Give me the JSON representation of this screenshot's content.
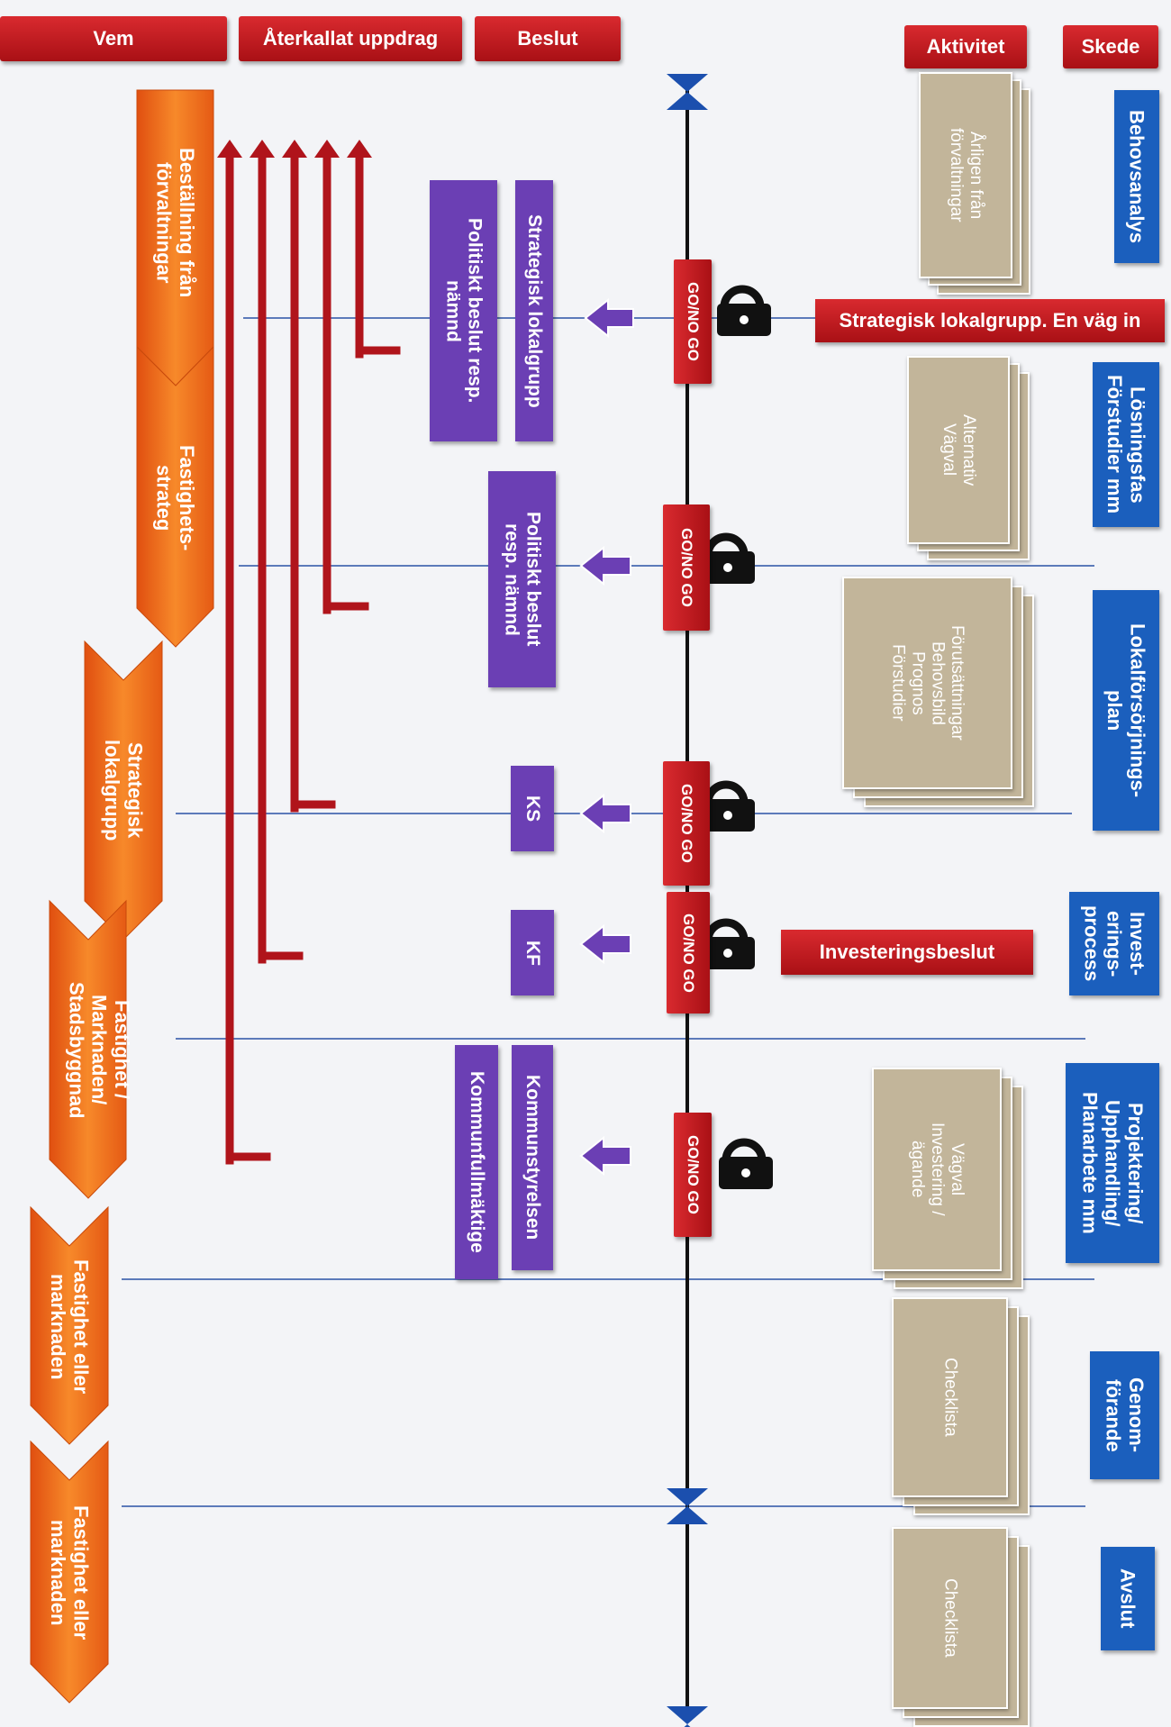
{
  "headers": {
    "vem": "Vem",
    "aterkallat": "Återkallat uppdrag",
    "beslut": "Beslut",
    "aktivitet": "Aktivitet",
    "skede": "Skede"
  },
  "skeden": [
    "Behovsanalys",
    "Lösningsfas\nFörstudier mm",
    "Lokalförsörjnings-\nplan",
    "Invest-\nerings-\nprocess",
    "Projektering/\nUpphandling/\nPlanarbete mm",
    "Genom-\nförande",
    "Avslut"
  ],
  "aktiviteter": [
    "Årligen från\nförvaltningar",
    "Alternativ\nVägval",
    "Förutsättningar\nBehovsbild\nPrognos\nFörstudier",
    "Vägval\nInvestering /\nägande",
    "Checklista",
    "Checklista"
  ],
  "banners": {
    "strategisk": "Strategisk lokalgrupp. En väg in",
    "investering": "Investeringsbeslut"
  },
  "gate_label": "GO/NO GO",
  "beslut": {
    "strategisk_lokalgrupp": "Strategisk lokalgrupp",
    "politiskt_beslut_resp_namnd_1": "Politiskt beslut resp.\nnämnd",
    "politiskt_beslut_resp_namnd_2": "Politiskt beslut\nresp. nämnd",
    "ks": "KS",
    "kf": "KF",
    "kommunstyrelsen": "Kommunstyrelsen",
    "kommunfullmaktige": "Kommunfullmäktige"
  },
  "vem": [
    "Beställning från\nförvaltningar",
    "Fastighets-\nstrateg",
    "Strategisk\nlokalgrupp",
    "Fastighet /\nMarknaden/\nStadsbyggnad",
    "Fastighet eller\nmarknaden",
    "Fastighet eller\nmarknaden"
  ],
  "colors": {
    "header_red": "#c41a20",
    "skede_blue": "#1b5fbd",
    "decision_purple": "#6b3fb4",
    "document_tan": "#c2b59a",
    "chevron_orange": "#f06a1a",
    "recall_red": "#b0141b",
    "timeline_blue": "#2a52a6"
  },
  "icons": [
    "padlock-icon",
    "arrow-left-icon",
    "bowtie-marker-icon",
    "chevron-arrow-icon",
    "document-stack-icon"
  ]
}
